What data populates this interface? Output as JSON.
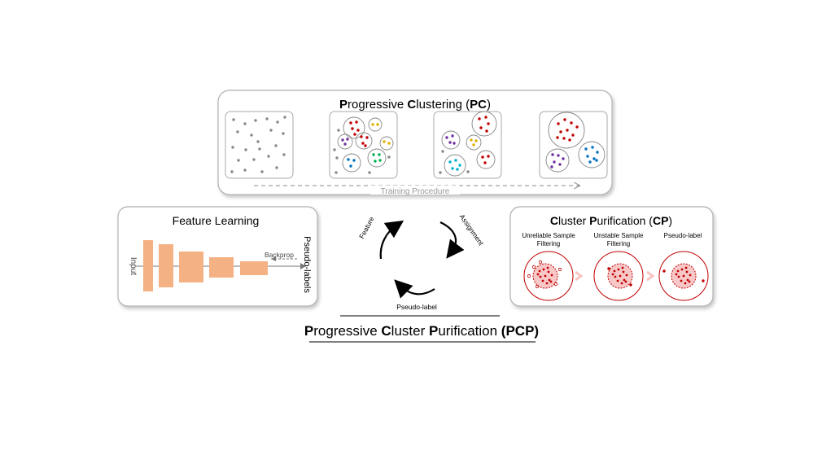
{
  "pc": {
    "title_parts": [
      {
        "text": "P",
        "bold": true
      },
      {
        "text": "rogressive ",
        "bold": false
      },
      {
        "text": "C",
        "bold": true
      },
      {
        "text": "lustering (",
        "bold": false
      },
      {
        "text": "PC",
        "bold": true
      },
      {
        "text": ")",
        "bold": false
      }
    ],
    "training_label": "Training Procedure"
  },
  "fl": {
    "title": "Feature Learning",
    "input_label": "Input",
    "backprop_label": "Backprop",
    "pseudo_labels_label": "Pseudo-labels"
  },
  "cp": {
    "title_parts": [
      {
        "text": "C",
        "bold": true
      },
      {
        "text": "luster ",
        "bold": false
      },
      {
        "text": "P",
        "bold": true
      },
      {
        "text": "urification (",
        "bold": false
      },
      {
        "text": "CP",
        "bold": true
      },
      {
        "text": ")",
        "bold": false
      }
    ],
    "stages": [
      {
        "lines": [
          "Unreliable Sample",
          "Filtering"
        ]
      },
      {
        "lines": [
          "Unstable Sample",
          "Filtering"
        ]
      },
      {
        "lines": [
          "Pseudo-label"
        ]
      }
    ]
  },
  "cycle": {
    "feature": "Feature",
    "assignment": "Assignment",
    "pseudo_label": "Pseudo-label"
  },
  "pcp": {
    "title_parts": [
      {
        "text": "P",
        "bold": true
      },
      {
        "text": "rogressive ",
        "bold": false
      },
      {
        "text": "C",
        "bold": true
      },
      {
        "text": "luster ",
        "bold": false
      },
      {
        "text": "P",
        "bold": true
      },
      {
        "text": "urification ",
        "bold": false
      },
      {
        "text": "(PCP)",
        "bold": true
      }
    ]
  },
  "colors": {
    "gray_dot": "#888888",
    "red": "#c00000",
    "yellow": "#e0b000",
    "purple": "#7030a0",
    "green": "#00b050",
    "blue": "#0070c0",
    "cyan": "#00b0d0",
    "orange_block": "#f4b183",
    "cp_fill": "#f8c8c8",
    "panel_border": "#b0b0b0"
  }
}
